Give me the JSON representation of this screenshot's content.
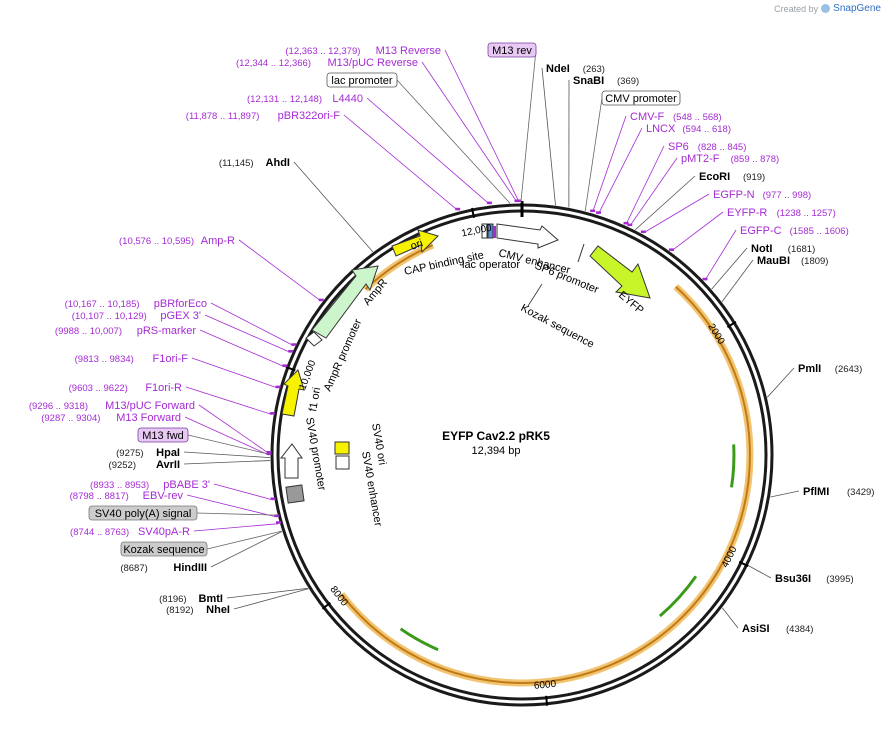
{
  "brand": {
    "created_by": "Created by",
    "product": "SnapGene"
  },
  "plasmid": {
    "name": "EYFP Cav2.2 pRK5",
    "length_label": "12,394 bp",
    "length": 12394
  },
  "ticks": [
    {
      "pos": 2000,
      "label": "2000"
    },
    {
      "pos": 4000,
      "label": "4000"
    },
    {
      "pos": 6000,
      "label": "6000"
    },
    {
      "pos": 8000,
      "label": "8000"
    },
    {
      "pos": 10000,
      "label": "10,000"
    },
    {
      "pos": 12000,
      "label": "12,000"
    }
  ],
  "sites": [
    {
      "name": "NdeI",
      "pos": 263,
      "pos_label": "(263)"
    },
    {
      "name": "SnaBI",
      "pos": 369,
      "pos_label": "(369)"
    },
    {
      "name": "EcoRI",
      "pos": 919,
      "pos_label": "(919)"
    },
    {
      "name": "NotI",
      "pos": 1681,
      "pos_label": "(1681)"
    },
    {
      "name": "MauBI",
      "pos": 1809,
      "pos_label": "(1809)"
    },
    {
      "name": "PmlI",
      "pos": 2643,
      "pos_label": "(2643)"
    },
    {
      "name": "PflMI",
      "pos": 3429,
      "pos_label": "(3429)"
    },
    {
      "name": "Bsu36I",
      "pos": 3995,
      "pos_label": "(3995)"
    },
    {
      "name": "AsiSI",
      "pos": 4384,
      "pos_label": "(4384)"
    },
    {
      "name": "NheI",
      "pos": 8192,
      "pos_label": "(8192)"
    },
    {
      "name": "BmtI",
      "pos": 8196,
      "pos_label": "(8196)"
    },
    {
      "name": "HindIII",
      "pos": 8687,
      "pos_label": "(8687)"
    },
    {
      "name": "AvrII",
      "pos": 9252,
      "pos_label": "(9252)"
    },
    {
      "name": "HpaI",
      "pos": 9275,
      "pos_label": "(9275)"
    },
    {
      "name": "AhdI",
      "pos": 11145,
      "pos_label": "(11,145)"
    }
  ],
  "primers": [
    {
      "name": "CMV-F",
      "pos": 558,
      "pos_label": "(548 .. 568)"
    },
    {
      "name": "LNCX",
      "pos": 606,
      "pos_label": "(594 .. 618)"
    },
    {
      "name": "SP6",
      "pos": 836,
      "pos_label": "(828 .. 845)"
    },
    {
      "name": "pMT2-F",
      "pos": 868,
      "pos_label": "(859 .. 878)"
    },
    {
      "name": "EGFP-N",
      "pos": 987,
      "pos_label": "(977 .. 998)"
    },
    {
      "name": "EYFP-R",
      "pos": 1247,
      "pos_label": "(1238 .. 1257)"
    },
    {
      "name": "EGFP-C",
      "pos": 1595,
      "pos_label": "(1585 .. 1606)"
    },
    {
      "name": "pBABE 3'",
      "pos": 8943,
      "pos_label": "(8933 .. 8953)"
    },
    {
      "name": "EBV-rev",
      "pos": 8807,
      "pos_label": "(8798 .. 8817)"
    },
    {
      "name": "SV40pA-R",
      "pos": 8753,
      "pos_label": "(8744 .. 8763)"
    },
    {
      "name": "M13 Forward",
      "pos": 9295,
      "pos_label": "(9287 .. 9304)"
    },
    {
      "name": "M13/pUC Forward",
      "pos": 9307,
      "pos_label": "(9296 .. 9318)"
    },
    {
      "name": "F1ori-R",
      "pos": 9612,
      "pos_label": "(9603 .. 9622)"
    },
    {
      "name": "F1ori-F",
      "pos": 9823,
      "pos_label": "(9813 .. 9834)"
    },
    {
      "name": "pRS-marker",
      "pos": 9997,
      "pos_label": "(9988 .. 10,007)"
    },
    {
      "name": "pGEX 3'",
      "pos": 10118,
      "pos_label": "(10,107 .. 10,129)"
    },
    {
      "name": "pBRforEco",
      "pos": 10176,
      "pos_label": "(10,167 .. 10,185)"
    },
    {
      "name": "Amp-R",
      "pos": 10585,
      "pos_label": "(10,576 .. 10,595)"
    },
    {
      "name": "pBR322ori-F",
      "pos": 11887,
      "pos_label": "(11,878 .. 11,897)"
    },
    {
      "name": "L4440",
      "pos": 12139,
      "pos_label": "(12,131 .. 12,148)"
    },
    {
      "name": "M13/pUC Reverse",
      "pos": 12355,
      "pos_label": "(12,344 .. 12,366)"
    },
    {
      "name": "M13 Reverse",
      "pos": 12371,
      "pos_label": "(12,363 .. 12,379)"
    }
  ],
  "boxed_features": [
    {
      "name": "M13 rev",
      "pos": 12385
    },
    {
      "name": "lac promoter",
      "pos": 12300
    },
    {
      "name": "CMV promoter",
      "pos": 500
    },
    {
      "name": "M13 fwd",
      "pos": 9300
    },
    {
      "name": "SV40 poly(A) signal",
      "pos": 8820
    },
    {
      "name": "Kozak sequence",
      "pos": 8690
    }
  ],
  "inner_features": [
    {
      "name": "ori",
      "color": "#f7f300"
    },
    {
      "name": "AmpR",
      "color": "#ccf5cc"
    },
    {
      "name": "AmpR promoter",
      "color": "#ffffff"
    },
    {
      "name": "f1 ori",
      "color": "#f7f300"
    },
    {
      "name": "SV40 promoter",
      "color": "#ffffff"
    },
    {
      "name": "SV40 ori",
      "color": "#f7f300"
    },
    {
      "name": "SV40 enhancer",
      "color": "#ffffff"
    },
    {
      "name": "CAP binding site",
      "color": "#ffffff"
    },
    {
      "name": "lac operator",
      "color": "#ffffff"
    },
    {
      "name": "CMV enhancer",
      "color": "#ffffff"
    },
    {
      "name": "SP6 promoter",
      "color": "#ffffff"
    },
    {
      "name": "Kozak sequence",
      "color": "#ffffff"
    },
    {
      "name": "EYFP",
      "color": "#c8f52a"
    }
  ],
  "colors": {
    "backbone": "#1a1a1a",
    "primer": "#a52bd3",
    "orf_orange": "#f2c470",
    "orf_dark": "#c07a18",
    "green_arrow": "#3a9a1a",
    "label_box_fill": "#e8c9f3",
    "gray_box": "#cccccc"
  }
}
